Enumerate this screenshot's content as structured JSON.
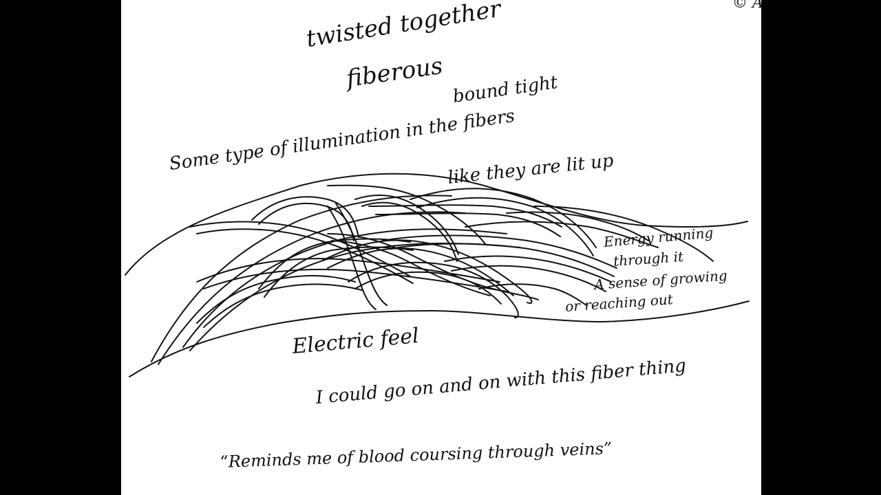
{
  "page": {
    "corner_mark": "© A",
    "notes": {
      "twisted": "twisted together",
      "fiberous": "fiberous",
      "bound": "bound tight",
      "illumination": "Some type of illumination in the fibers",
      "lit": "like they are lit up",
      "energy1": "Energy running",
      "energy2": "through it",
      "sense1": "A sense of growing",
      "sense2": "or reaching out",
      "electric": "Electric feel",
      "goon": "I could go on and on with this fiber thing",
      "reminds": "“Reminds me of blood coursing through veins”"
    }
  },
  "colors": {
    "ink": "#111111",
    "paper": "#ffffff",
    "pillarbox": "#000000"
  }
}
